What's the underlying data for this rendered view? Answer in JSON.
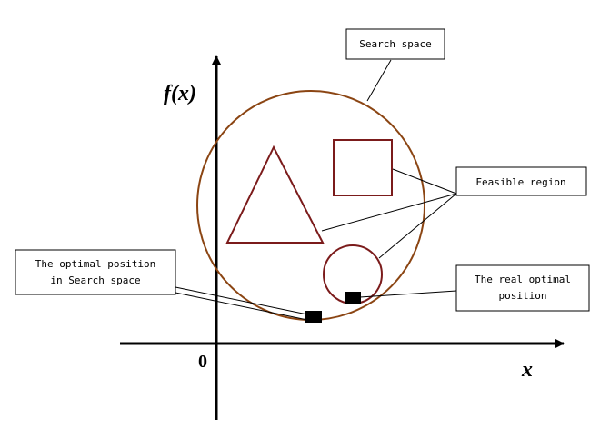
{
  "axes": {
    "y_label": "f(x)",
    "x_label": "x",
    "origin_label": "0"
  },
  "callouts": {
    "search_space": "Search space",
    "feasible_region": "Feasible region",
    "optimal_in_search_line1": "The optimal position",
    "optimal_in_search_line2": "in Search space",
    "real_optimal_line1": "The real optimal",
    "real_optimal_line2": "position"
  },
  "colors": {
    "search_space_circle": "#8b4513",
    "feasible_shapes": "#7b1b1b",
    "markers": "#000000",
    "axes": "#000000"
  }
}
